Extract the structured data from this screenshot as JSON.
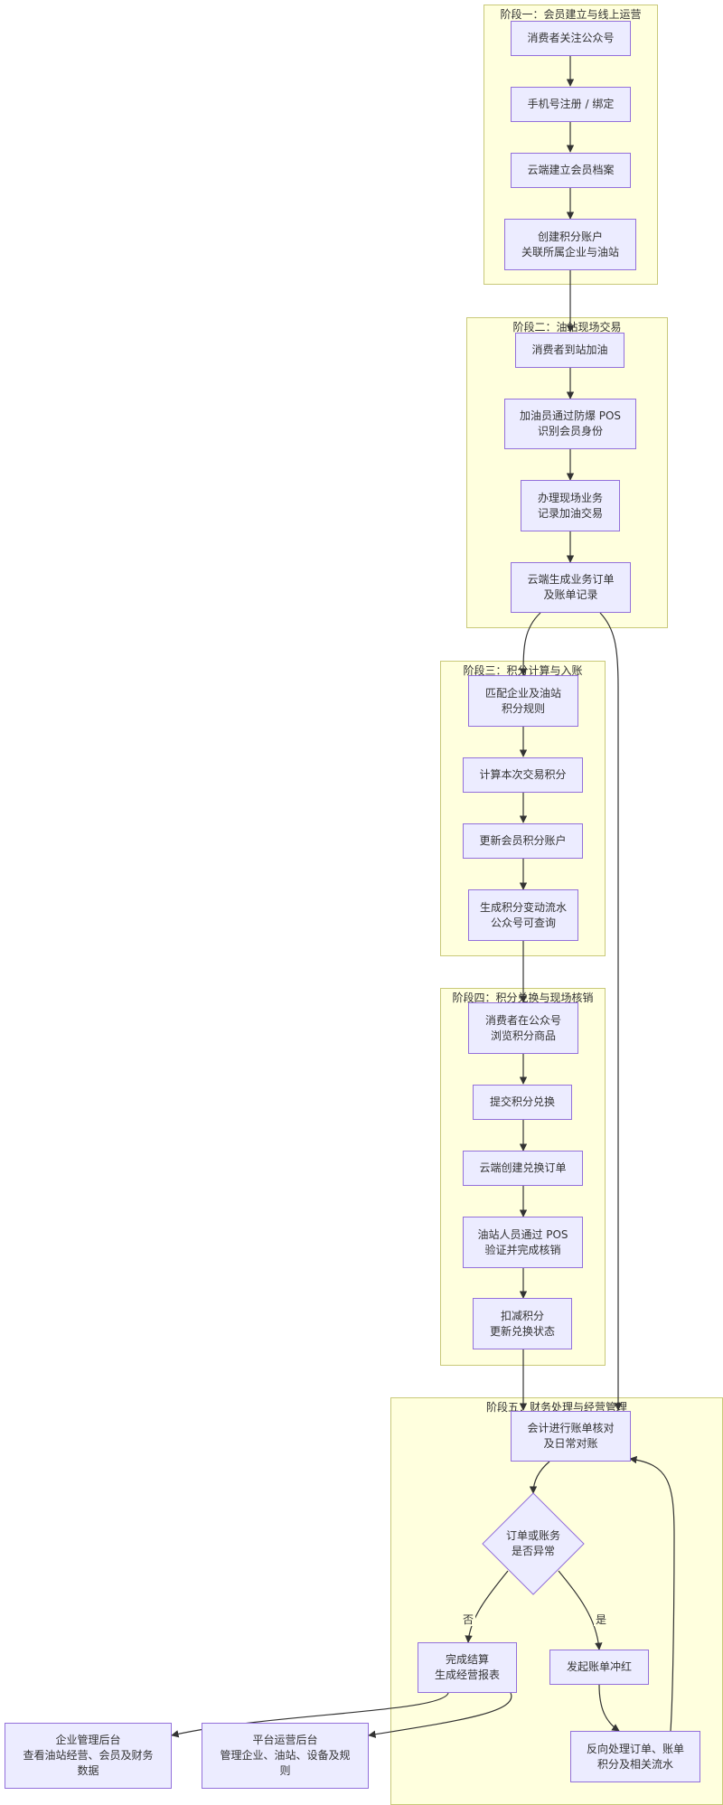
{
  "clusters": {
    "s1": "阶段一：会员建立与线上运营",
    "s2": "阶段二：油站现场交易",
    "s3": "阶段三：积分计算与入账",
    "s4": "阶段四：积分兑换与现场核销",
    "s5": "阶段五：财务处理与经营管理"
  },
  "nodes": {
    "follow": "消费者关注公众号",
    "register": "手机号注册 / 绑定",
    "profile": "云端建立会员档案",
    "account": "创建积分账户\n关联所属企业与油站",
    "arrive": "消费者到站加油",
    "identify": "加油员通过防爆 POS\n识别会员身份",
    "transact": "办理现场业务\n记录加油交易",
    "order": "云端生成业务订单\n及账单记录",
    "match": "匹配企业及油站\n积分规则",
    "calc": "计算本次交易积分",
    "update": "更新会员积分账户",
    "flow": "生成积分变动流水\n公众号可查询",
    "browse": "消费者在公众号\n浏览积分商品",
    "submit": "提交积分兑换",
    "create_redeem": "云端创建兑换订单",
    "verify": "油站人员通过 POS\n验证并完成核销",
    "deduct": "扣减积分\n更新兑换状态",
    "reconcile": "会计进行账单核对\n及日常对账",
    "abnormal": "订单或账务\n是否异常",
    "settle": "完成结算\n生成经营报表",
    "reverse": "发起账单冲红",
    "reprocess": "反向处理订单、账单\n积分及相关流水",
    "enterprise": "企业管理后台\n查看油站经营、会员及财务\n数据",
    "platform": "平台运营后台\n管理企业、油站、设备及规\n则"
  },
  "edge_labels": {
    "no": "否",
    "yes": "是"
  },
  "colors": {
    "cluster_fill": "#ffffde",
    "cluster_stroke": "#c9c979",
    "node_fill": "#ececff",
    "node_stroke": "#9370db",
    "edge": "#333333"
  }
}
